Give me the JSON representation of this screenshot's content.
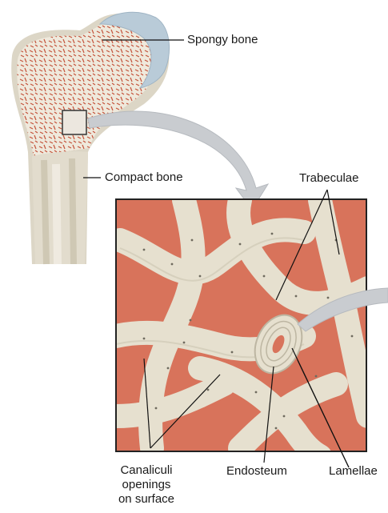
{
  "labels": {
    "spongy_bone": "Spongy bone",
    "compact_bone": "Compact bone",
    "trabeculae": "Trabeculae",
    "canaliculi": [
      "Canaliculi",
      "openings",
      "on surface"
    ],
    "endosteum": "Endosteum",
    "lamellae": "Lamellae"
  },
  "colors": {
    "bone_light": "#e9e4d6",
    "bone_dark": "#cfc8b4",
    "marrow": "#d8735b",
    "cartilage": "#b9cbd8",
    "arrow": "#c9ccd0"
  }
}
